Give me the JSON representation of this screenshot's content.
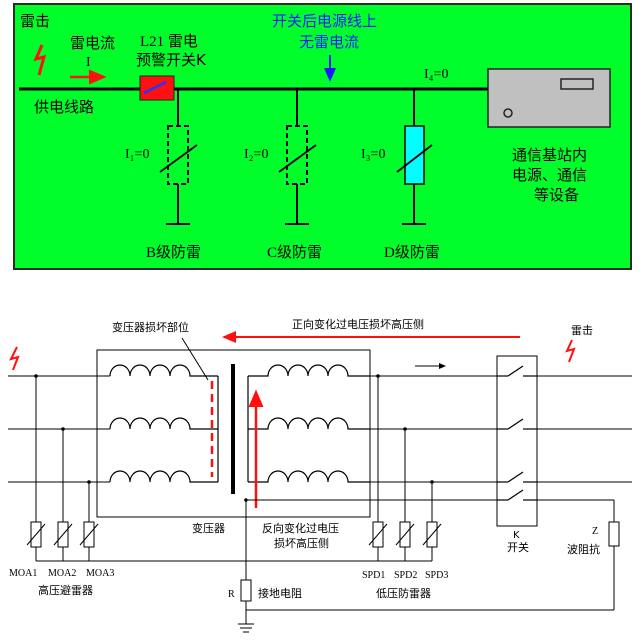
{
  "top": {
    "lightning": "雷击",
    "current_label": "雷电流",
    "current_symbol": "I",
    "supply_line": "供电线路",
    "switch_line1": "L21 雷电",
    "switch_line2": "预警开关K",
    "note_line1": "开关后电源线上",
    "note_line2": "无雷电流",
    "i4": "I₄=0",
    "i1": "I₁=0",
    "i2": "I₂=0",
    "i3": "I₃=0",
    "station_line1": "通信基站内",
    "station_line2": "电源、通信",
    "station_line3": "等设备",
    "b_level": "B级防雷",
    "c_level": "C级防雷",
    "d_level": "D级防雷",
    "colors": {
      "background": "#00ff2a",
      "switch": "#ff1010",
      "d_surge": "#00ffff",
      "note": "#1a1aff"
    }
  },
  "bottom": {
    "damage_label": "变压器损坏部位",
    "forward_label": "正向变化过电压损坏高压侧",
    "lightning": "雷击",
    "transformer": "变压器",
    "reverse_line1": "反向变化过电压",
    "reverse_line2": "损坏高压侧",
    "switch_letter": "K",
    "switch_label": "开关",
    "z_letter": "Z",
    "wave_impedance": "波阻抗",
    "moa1": "MOA1",
    "moa2": "MOA2",
    "moa3": "MOA3",
    "hv_arrester": "高压避雷器",
    "r_letter": "R",
    "ground_resistor": "接地电阻",
    "spd1": "SPD1",
    "spd2": "SPD2",
    "spd3": "SPD3",
    "lv_protector": "低压防雷器"
  }
}
